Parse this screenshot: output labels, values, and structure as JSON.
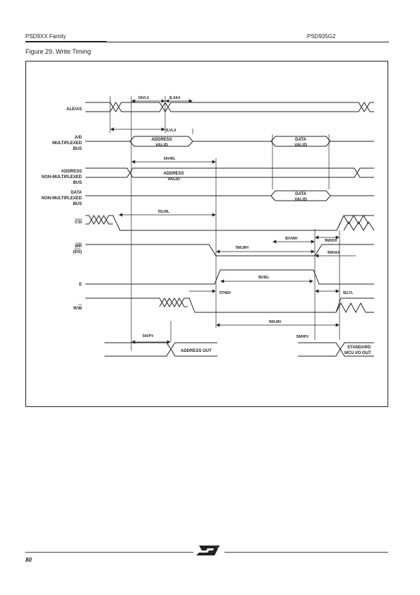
{
  "header": {
    "left": "PSD9XX Family",
    "right": "PSD935G2"
  },
  "figure": {
    "caption": "Figure 29.  Write Timing"
  },
  "signals": {
    "ale": "ALE/AS",
    "ad_1": "A/D",
    "ad_2": "MULTIPLEXED",
    "ad_3": "BUS",
    "addr_1": "ADDRESS",
    "addr_2": "NON-MULTIPLEXED",
    "addr_3": "BUS",
    "data_1": "DATA",
    "data_2": "NON-MULTIPLEXED",
    "data_3": "BUS",
    "csi": "CSI",
    "wr": "WR",
    "ds": "(DS)",
    "e": "E",
    "rw_r": "R/",
    "rw_w": "W"
  },
  "bus_labels": {
    "address": "ADDRESS",
    "valid": "VALID",
    "data": "DATA",
    "address_out": "ADDRESS OUT",
    "standard": "STANDARD",
    "mcu_io_out": "MCU I/O OUT"
  },
  "timing": {
    "t": "t",
    "avlx": "AVLX",
    "lxax": "LXAX",
    "lvlx": "LVLX",
    "avwl": "AVWL",
    "slwl": "SLWL",
    "dvwh": "DVWH",
    "whdx": "WHDX",
    "wlwh": "WLWH",
    "whax": "WHAX",
    "ehel": "EHEL",
    "theh": "THEH",
    "eltl": "ELTL",
    "wlmv": "WLMV",
    "whpv": "WHPV",
    "avpv": "AVPV"
  },
  "footer": {
    "page_number": "80"
  },
  "logo": {
    "name": "st-logo-icon"
  }
}
